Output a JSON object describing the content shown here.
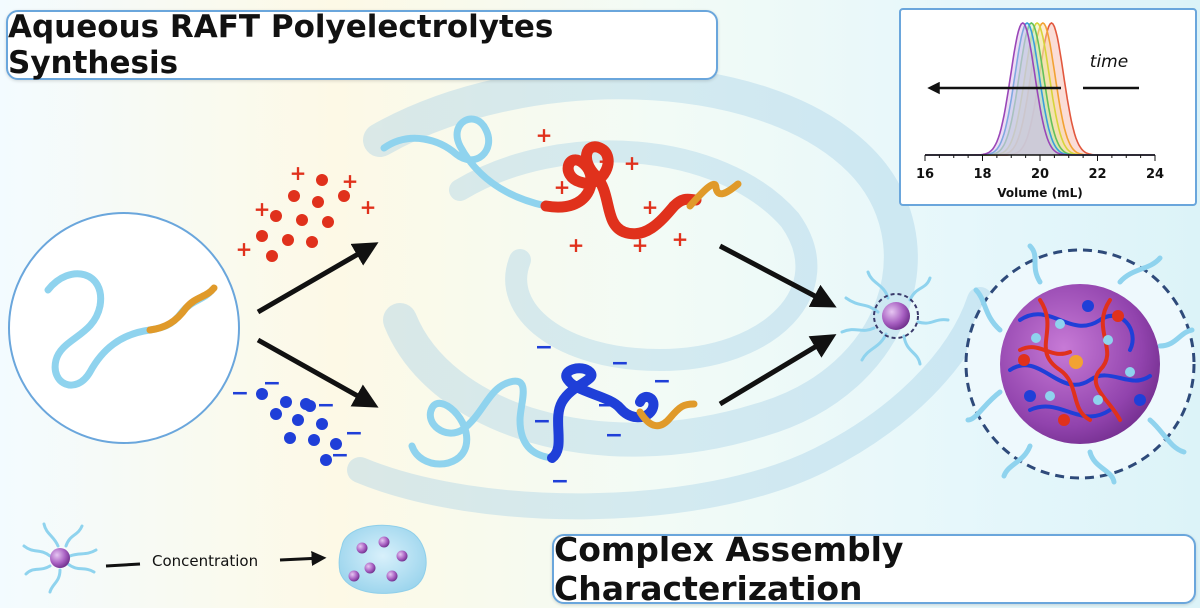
{
  "top_title": "Aqueous RAFT Polyelectrolytes Synthesis",
  "bottom_title": "Complex Assembly Characterization",
  "concentration_label": "Concentration",
  "cation_symbol": "+",
  "anion_symbol": "−",
  "colors": {
    "neutral_block": "#8fd3ee",
    "end_group": "#e09a2a",
    "cationic": "#e0311c",
    "anionic": "#1f3fd8",
    "micelle_core": "#9b4fb0",
    "box_border": "#6aa6dc"
  },
  "icons": [
    "polymer-chain-icon",
    "micelle-icon",
    "coacervate-droplet-icon",
    "complex-core-icon"
  ],
  "chart_data": {
    "type": "line",
    "title": "",
    "xlabel": "Volume (mL)",
    "ylabel": "",
    "xlim": [
      16,
      24
    ],
    "xticks": [
      "16",
      "18",
      "20",
      "22",
      "24"
    ],
    "annotation": "time",
    "series": [
      {
        "color": "#e2583e",
        "fill": "#f5b3a6",
        "center": 20.4,
        "width": 0.42
      },
      {
        "color": "#f2a233",
        "fill": "#fbd89e",
        "center": 20.1,
        "width": 0.42
      },
      {
        "color": "#d7d43a",
        "fill": "#eeeaa0",
        "center": 19.9,
        "width": 0.42
      },
      {
        "color": "#63c15a",
        "fill": "#bfe6b2",
        "center": 19.7,
        "width": 0.42
      },
      {
        "color": "#3a9edb",
        "fill": "#a9d5f0",
        "center": 19.55,
        "width": 0.42
      },
      {
        "color": "#9a46b8",
        "fill": "#d8b5e6",
        "center": 19.4,
        "width": 0.42
      }
    ]
  }
}
